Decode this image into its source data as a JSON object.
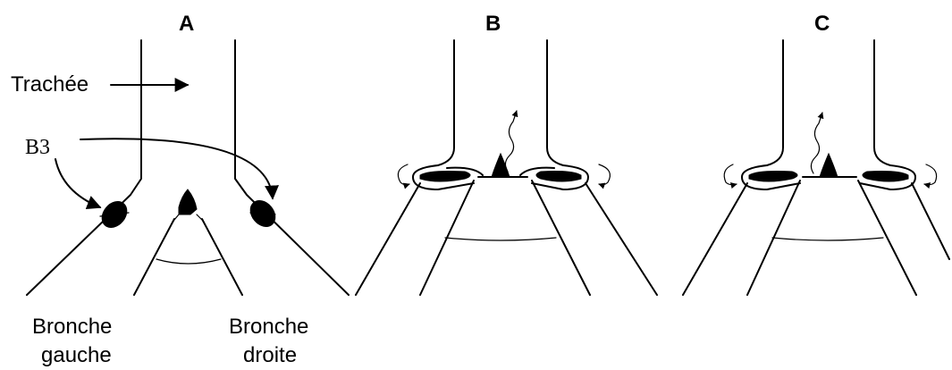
{
  "panels": {
    "a_label": "A",
    "b_label": "B",
    "c_label": "C"
  },
  "labels": {
    "trachea": "Trachée",
    "b3": "B3",
    "left_bronchus_line1": "Bronche",
    "left_bronchus_line2": "gauche",
    "right_bronchus_line1": "Bronche",
    "right_bronchus_line2": "droite"
  }
}
